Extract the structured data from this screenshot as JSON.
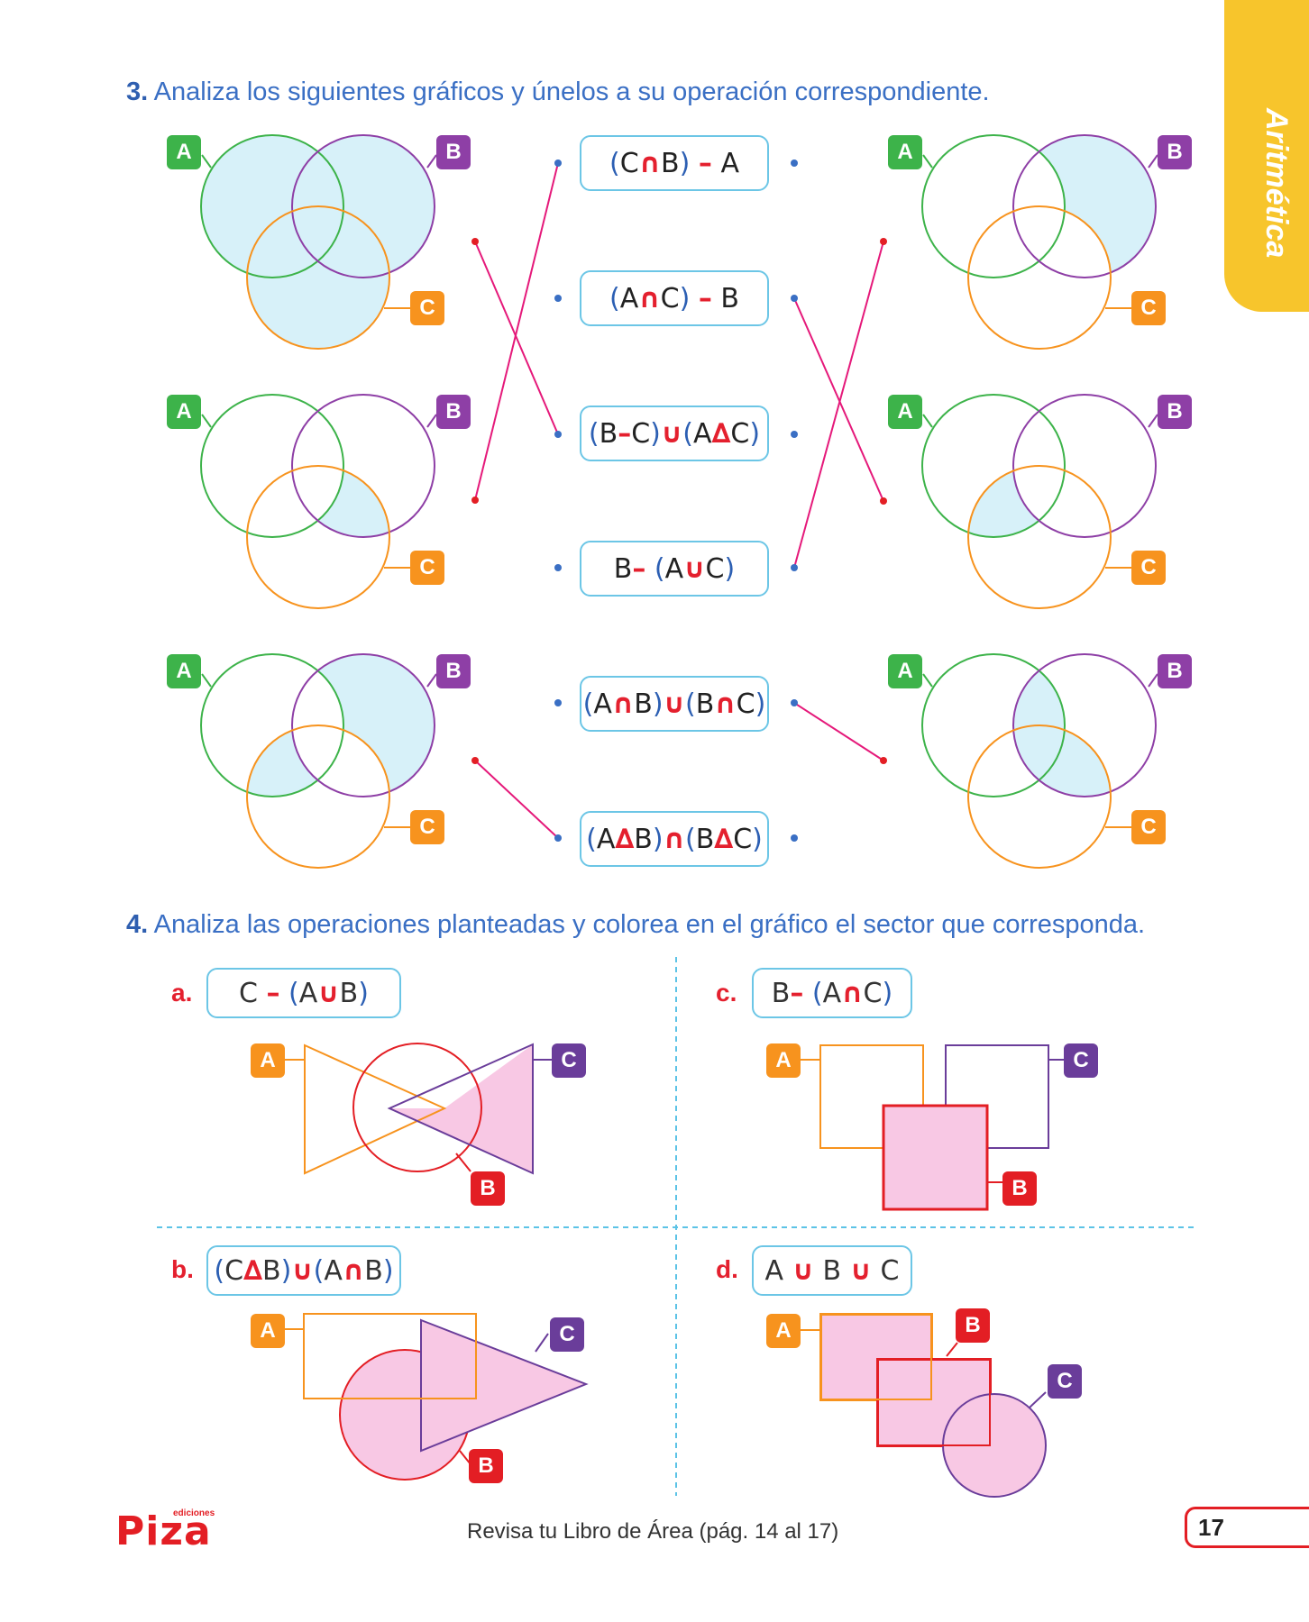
{
  "header": {
    "tab_label": "Aritmética"
  },
  "q3": {
    "number": "3.",
    "text": "Analiza los siguientes gráficos y únelos a su operación correspondiente.",
    "operations": [
      [
        "(",
        "C",
        "∩",
        "B",
        ")",
        "–",
        "A"
      ],
      [
        "(",
        "A",
        "∩",
        "C",
        ")",
        "–",
        "B"
      ],
      [
        "(",
        "B",
        "–",
        "C",
        ")",
        "∪",
        "(",
        "A",
        "∆",
        "C",
        ")"
      ],
      [
        "B",
        "–",
        "(",
        "A",
        "∪",
        "C",
        ")"
      ],
      [
        "(",
        "A",
        "∩",
        "B",
        ")",
        "∪",
        "(",
        "B",
        "∩",
        "C",
        ")"
      ],
      [
        "(",
        "A",
        "∆",
        "B",
        ")",
        "∩",
        "(",
        "B",
        "∆",
        "C",
        ")"
      ]
    ]
  },
  "q4": {
    "number": "4.",
    "text": "Analiza las operaciones planteadas y colorea en el gráfico el sector que corresponda.",
    "items": [
      {
        "letter": "a.",
        "op": [
          "C",
          "–",
          "(",
          "A",
          "∪",
          "B",
          ")"
        ]
      },
      {
        "letter": "b.",
        "op": [
          "(",
          "C",
          "∆",
          "B",
          ")",
          "∪",
          "(",
          "A",
          "∩",
          "B",
          ")"
        ]
      },
      {
        "letter": "c.",
        "op": [
          "B",
          "–",
          "(",
          "A",
          "∩",
          "C",
          ")"
        ]
      },
      {
        "letter": "d.",
        "op": [
          "A",
          "∪",
          "B",
          "∪",
          "C"
        ]
      }
    ]
  },
  "set_labels": {
    "a": "A",
    "b": "B",
    "c": "C"
  },
  "footer": {
    "logo": "Piza",
    "logo_sub": "ediciones",
    "text": "Revisa tu Libro de Área (pág. 14 al 17)",
    "page": "17"
  },
  "colors": {
    "title_blue": "#3a6fc4",
    "shade_blue": "#d7f1f9",
    "shade_pink": "#f8c8e4",
    "line_pink": "#e5197a",
    "dot_blue": "#3a6fc4"
  }
}
